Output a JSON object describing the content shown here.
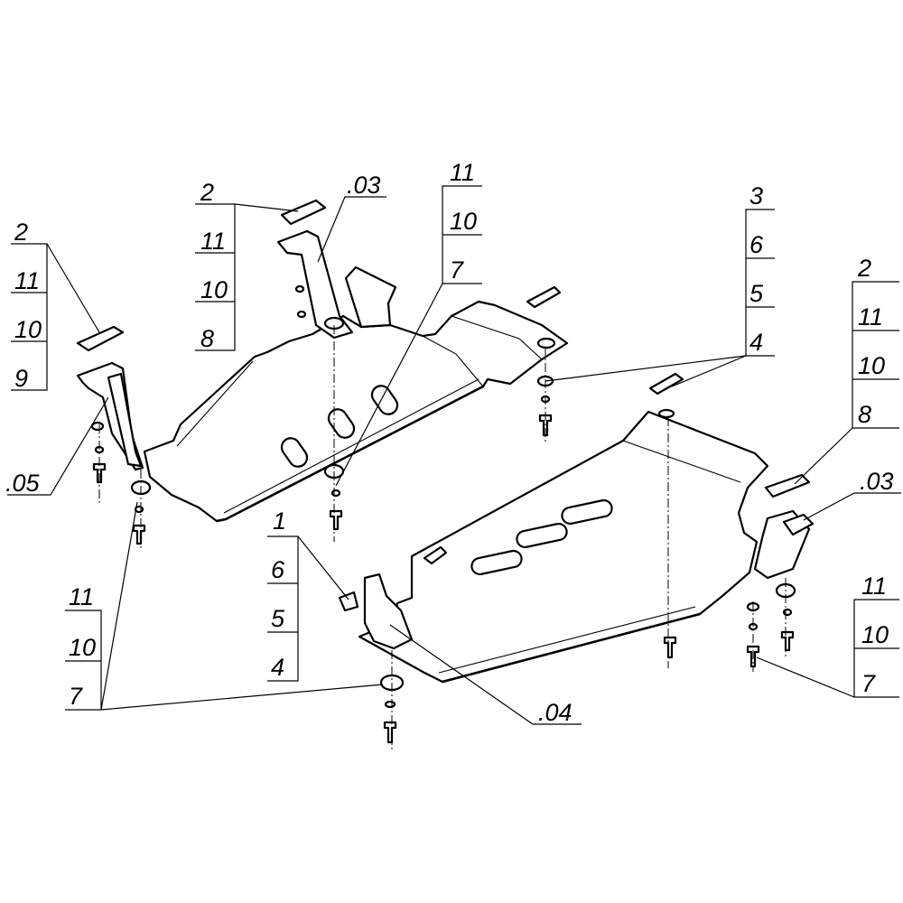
{
  "callouts": {
    "left_stack": [
      "2",
      "11",
      "10",
      "9"
    ],
    "left_05": ".05",
    "top_stack": [
      "2",
      "11",
      "10",
      "8"
    ],
    "top_03": ".03",
    "center_stack": [
      "11",
      "10",
      "7"
    ],
    "bottom_left_stack": [
      "11",
      "10",
      "7"
    ],
    "right_top_stack": [
      "3",
      "6",
      "5",
      "4"
    ],
    "right_stack": [
      "2",
      "11",
      "10",
      "8"
    ],
    "right_03": ".03",
    "bottom_mid_stack": [
      "1",
      "6",
      "5",
      "4"
    ],
    "bottom_04": ".04",
    "bottom_right_stack": [
      "11",
      "10",
      "7"
    ]
  }
}
